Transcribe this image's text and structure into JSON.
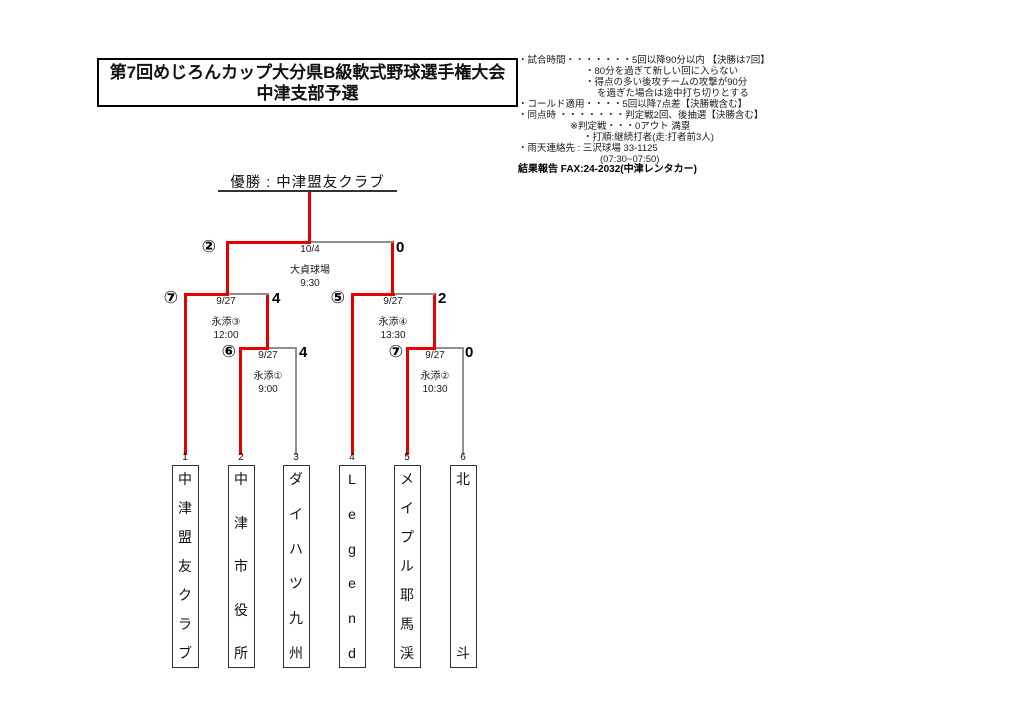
{
  "title": {
    "line1": "第7回めじろんカップ大分県B級軟式野球選手権大会",
    "line2": "中津支部予選"
  },
  "notes": {
    "lines": [
      "・試合時間・・・・・・・5回以降90分以内 【決勝は7回】",
      "・80分を過ぎて新しい回に入らない",
      "・得点の多い後攻チームの攻撃が90分",
      "を過ぎた場合は途中打ち切りとする",
      "・コールド適用・・・・5回以降7点差【決勝戦含む】",
      "・同点時 ・・・・・・・判定戦2回、後抽選【決勝含む】",
      "※判定戦・・・0アウト 満塁",
      "・打順:継続打者(走:打者前3人)",
      "・雨天連絡先 : 三沢球場 33-1125",
      "(07:30~07:50)",
      "結果報告 FAX:24-2032(中津レンタカー)"
    ]
  },
  "champion": {
    "text": "優勝 : 中津盟友クラブ"
  },
  "matches": {
    "final": {
      "date": "10/4",
      "venue": "大貞球場",
      "time": "9:30",
      "score_left": "②",
      "score_right": "0"
    },
    "semi_left": {
      "date": "9/27",
      "venue": "永添③",
      "time": "12:00",
      "score_left": "⑦",
      "score_right": "4"
    },
    "semi_right": {
      "date": "9/27",
      "venue": "永添④",
      "time": "13:30",
      "score_left": "⑤",
      "score_right": "2"
    },
    "round1_left": {
      "date": "9/27",
      "venue": "永添①",
      "time": "9:00",
      "score_left": "⑥",
      "score_right": "4"
    },
    "round1_right": {
      "date": "9/27",
      "venue": "永添②",
      "time": "10:30",
      "score_left": "⑦",
      "score_right": "0"
    }
  },
  "teams": [
    {
      "seed": "1",
      "name": "中津盟友クラブ"
    },
    {
      "seed": "2",
      "name": "中津市役所"
    },
    {
      "seed": "3",
      "name": "ダイハツ九州"
    },
    {
      "seed": "4",
      "name": "Legend"
    },
    {
      "seed": "5",
      "name": "メイプル耶馬渓"
    },
    {
      "seed": "6",
      "name": "北斗"
    }
  ],
  "colors": {
    "winner_path": "#e60000",
    "bracket_line": "#8f8f8f"
  }
}
